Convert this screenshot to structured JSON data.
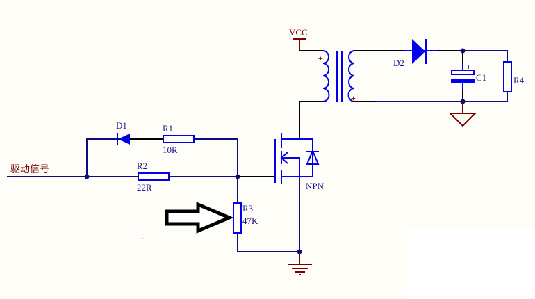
{
  "diagram": {
    "type": "circuit-schematic",
    "input_label": "驱动信号",
    "supply_label": "VCC",
    "transistor_label": "NPN",
    "components": {
      "D1": {
        "ref": "D1",
        "type": "diode"
      },
      "R1": {
        "ref": "R1",
        "value": "10R"
      },
      "R2": {
        "ref": "R2",
        "value": "22R"
      },
      "R3": {
        "ref": "R3",
        "value": "47K"
      },
      "D2": {
        "ref": "D2",
        "type": "diode"
      },
      "C1": {
        "ref": "C1",
        "type": "polarized-capacitor"
      },
      "R4": {
        "ref": "R4"
      }
    },
    "transformer_polarity_mark": "+",
    "cap_polarity_mark": "+"
  },
  "colors": {
    "background": "#fffdf8",
    "wire": "#0c0c80",
    "component": "#0000ee",
    "power": "#7a0000",
    "label": "#1a1a8c"
  }
}
